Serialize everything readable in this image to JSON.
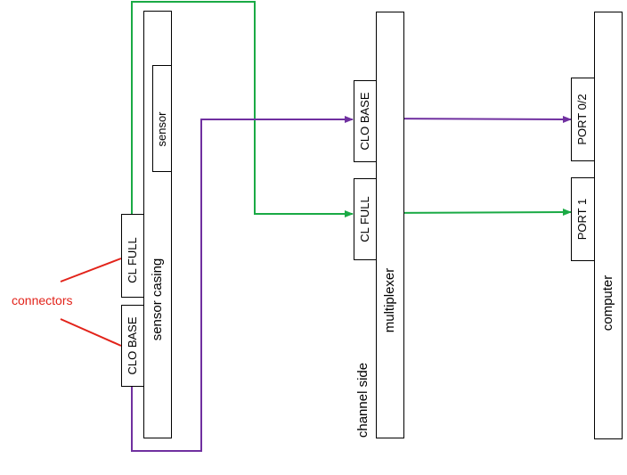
{
  "labels": {
    "sensor": "sensor",
    "sensor_casing": "sensor casing",
    "cl_full_left": "CL FULL",
    "clo_base_left": "CLO BASE",
    "clo_base_mux": "CLO BASE",
    "cl_full_mux": "CL FULL",
    "multiplexer": "multiplexer",
    "channel_side": "channel side",
    "port_02": "PORT 0/2",
    "port_1": "PORT 1",
    "computer": "computer",
    "connectors": "connectors"
  },
  "colors": {
    "green_wire": "#1aaa45",
    "purple_wire": "#7030a0",
    "connector_marker": "#e2231a"
  }
}
